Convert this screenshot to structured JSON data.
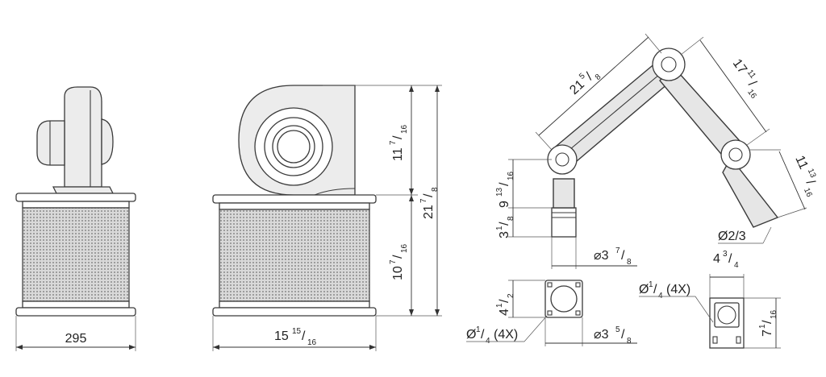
{
  "drawing": {
    "fan_side_view": {
      "width_label": "295"
    },
    "fan_front_view": {
      "width": {
        "whole": "15",
        "num": "15",
        "den": "16"
      },
      "blower_height": {
        "whole": "11",
        "num": "7",
        "den": "16"
      },
      "filter_height": {
        "whole": "10",
        "num": "7",
        "den": "16"
      },
      "total_height": {
        "whole": "21",
        "num": "7",
        "den": "8"
      }
    },
    "arm_view": {
      "upper_arm": {
        "whole": "21",
        "num": "5",
        "den": "8"
      },
      "lower_arm": {
        "whole": "17",
        "num": "11",
        "den": "16"
      },
      "hood": {
        "whole": "11",
        "num": "13",
        "den": "16"
      },
      "hood_dia": "Ø2/3",
      "mount_height": {
        "whole": "9",
        "num": "13",
        "den": "16"
      },
      "tube_height": {
        "whole": "3",
        "num": "1",
        "den": "8"
      },
      "tube_dia": {
        "prefix": "⌀3",
        "num": "7",
        "den": "8"
      }
    },
    "wall_bracket": {
      "height": {
        "whole": "4",
        "num": "1",
        "den": "2"
      },
      "width": {
        "prefix": "⌀3",
        "num": "5",
        "den": "8"
      },
      "holes": {
        "prefix": "Ø",
        "num": "1",
        "den": "4",
        "suffix": "(4X)"
      }
    },
    "hood_bracket": {
      "width": {
        "whole": "4",
        "num": "3",
        "den": "4"
      },
      "height": {
        "whole": "7",
        "num": "1",
        "den": "16"
      },
      "holes": {
        "prefix": "Ø",
        "num": "1",
        "den": "4",
        "suffix": "(4X)"
      }
    }
  }
}
